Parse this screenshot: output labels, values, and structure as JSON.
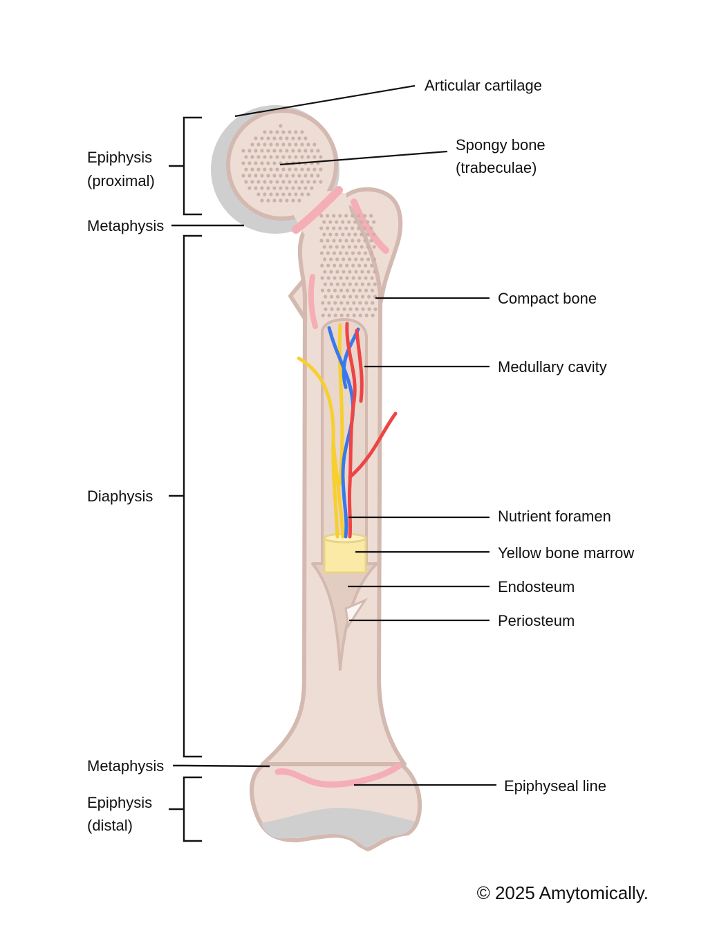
{
  "labels": {
    "articular_cartilage": "Articular cartilage",
    "spongy_bone_line1": "Spongy bone",
    "spongy_bone_line2": "(trabeculae)",
    "compact_bone": "Compact bone",
    "medullary_cavity": "Medullary cavity",
    "nutrient_foramen": "Nutrient foramen",
    "yellow_bone_marrow": "Yellow bone marrow",
    "endosteum": "Endosteum",
    "periosteum": "Periosteum",
    "epiphyseal_line": "Epiphyseal line"
  },
  "regions": {
    "epiphysis_proximal_line1": "Epiphysis",
    "epiphysis_proximal_line2": "(proximal)",
    "metaphysis_proximal": "Metaphysis",
    "diaphysis": "Diaphysis",
    "metaphysis_distal": "Metaphysis",
    "epiphysis_distal_line1": "Epiphysis",
    "epiphysis_distal_line2": "(distal)"
  },
  "copyright": "© 2025 Amytomically.",
  "colors": {
    "bone_fill": "#eeddd5",
    "bone_outline": "#d3b9af",
    "cartilage": "#cfcfcf",
    "epiphyseal_plate": "#f6aeb6",
    "trabeculae": "#c9b2a8",
    "artery": "#ee4444",
    "vein": "#3a78ea",
    "nerve": "#f7cf2e",
    "marrow": "#fbe9a6"
  }
}
